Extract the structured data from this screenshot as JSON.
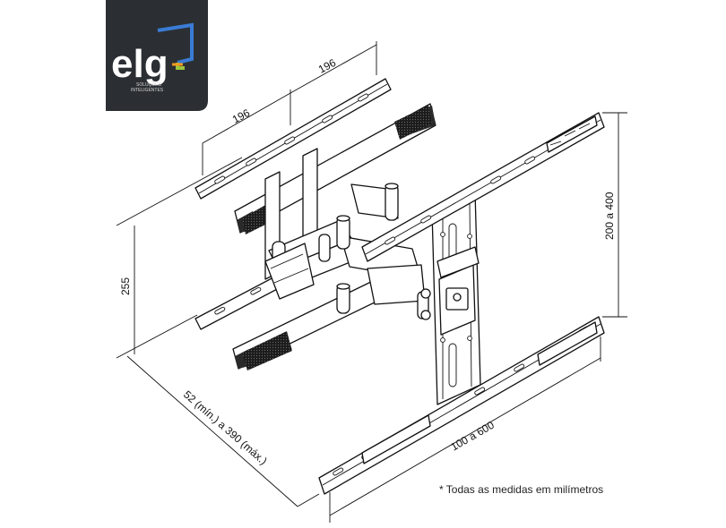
{
  "logo": {
    "brand": "elg",
    "tagline_line1": "SOLUÇÕES",
    "tagline_line2": "INTELIGENTES",
    "colors": {
      "background": "#2b2f33",
      "accent_blue": "#3a7bd5",
      "accent_green": "#9bc53d",
      "accent_orange": "#f29a1f"
    }
  },
  "dimensions": {
    "arm_left": "196",
    "arm_right": "196",
    "height_left": "255",
    "vertical_range": "200 a 400",
    "horizontal_range": "100 a 600",
    "depth": "52 (mín.) a 390 (máx.)"
  },
  "footnote": "* Todas as medidas em milímetros"
}
